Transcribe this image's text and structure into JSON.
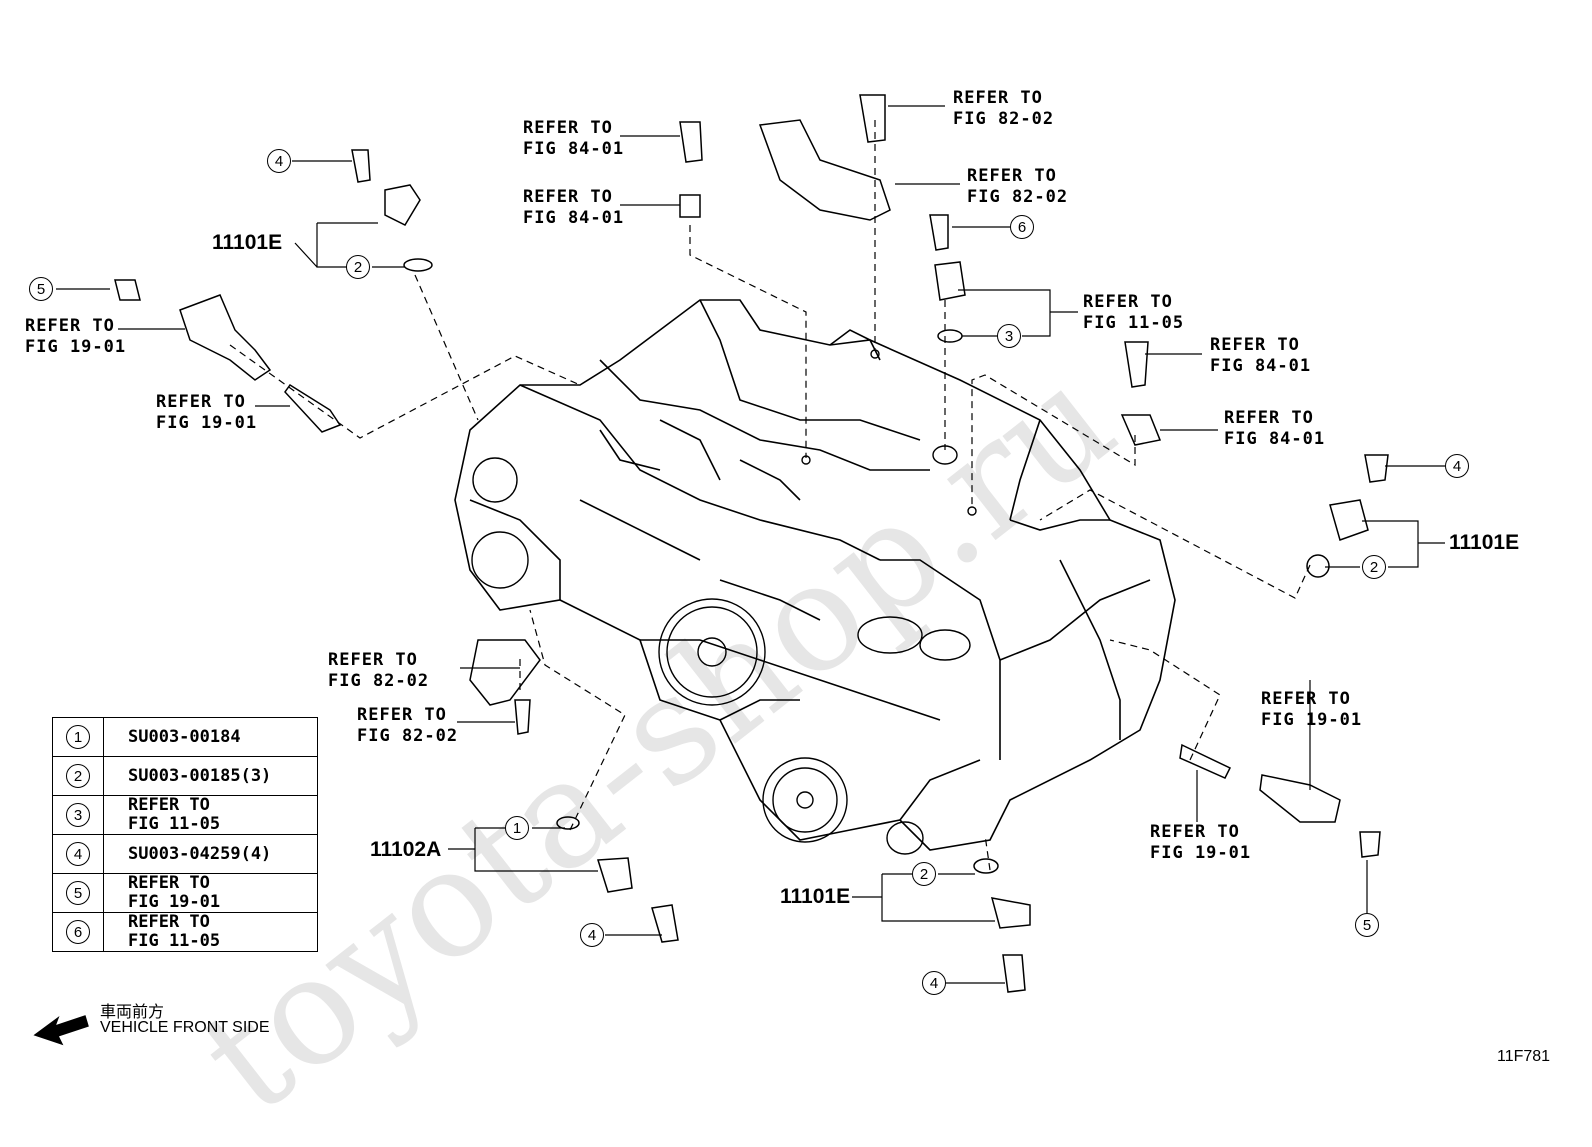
{
  "watermark": "toyota-shop.ru",
  "refs": {
    "r84a": "REFER TO\nFIG 84-01",
    "r84b": "REFER TO\nFIG 84-01",
    "r82a": "REFER TO\nFIG 82-02",
    "r82b": "REFER TO\nFIG 82-02",
    "r1105": "REFER TO\nFIG 11-05",
    "r84c": "REFER TO\nFIG 84-01",
    "r84d": "REFER TO\nFIG 84-01",
    "r19a": "REFER TO\nFIG 19-01",
    "r19b": "REFER TO\nFIG 19-01",
    "r82c": "REFER TO\nFIG 82-02",
    "r82d": "REFER TO\nFIG 82-02",
    "r19c": "REFER TO\nFIG 19-01",
    "r19d": "REFER TO\nFIG 19-01"
  },
  "part_numbers": {
    "p1": "11101E",
    "p2": "11101E",
    "p3": "11101E",
    "p4": "11102A"
  },
  "callouts": [
    "4",
    "2",
    "5",
    "6",
    "3",
    "4",
    "2",
    "1",
    "4",
    "2",
    "4",
    "5"
  ],
  "legend": [
    {
      "num": "1",
      "text": "SU003-00184"
    },
    {
      "num": "2",
      "text": "SU003-00185(3)"
    },
    {
      "num": "3",
      "text": "REFER TO\nFIG 11-05"
    },
    {
      "num": "4",
      "text": "SU003-04259(4)"
    },
    {
      "num": "5",
      "text": "REFER TO\nFIG 19-01"
    },
    {
      "num": "6",
      "text": "REFER TO\nFIG 11-05"
    }
  ],
  "front_note": {
    "jp": "車両前方",
    "en": "VEHICLE FRONT SIDE"
  },
  "figure_id": "11F781"
}
